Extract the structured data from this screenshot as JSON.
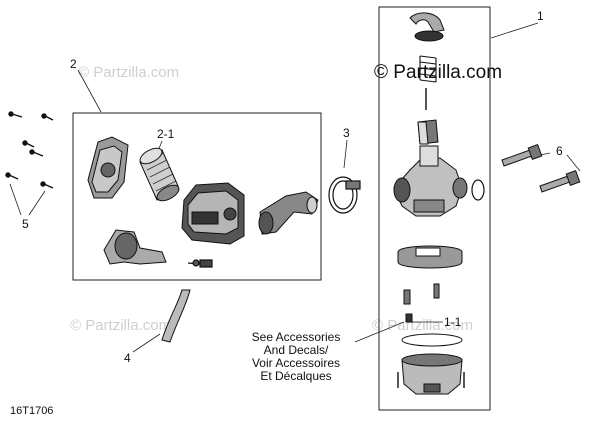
{
  "diagram_id": "16T1706",
  "watermark_main": "© Partzilla.com",
  "watermark_faint": "© Partzilla.com",
  "callouts": {
    "c1": "1",
    "c1_1": "1-1",
    "c2": "2",
    "c2_1": "2-1",
    "c3": "3",
    "c4": "4",
    "c5": "5"
  },
  "note_lines": [
    "See Accessories",
    "And Decals/",
    "Voir Accessoires",
    "Et Décalques"
  ]
}
